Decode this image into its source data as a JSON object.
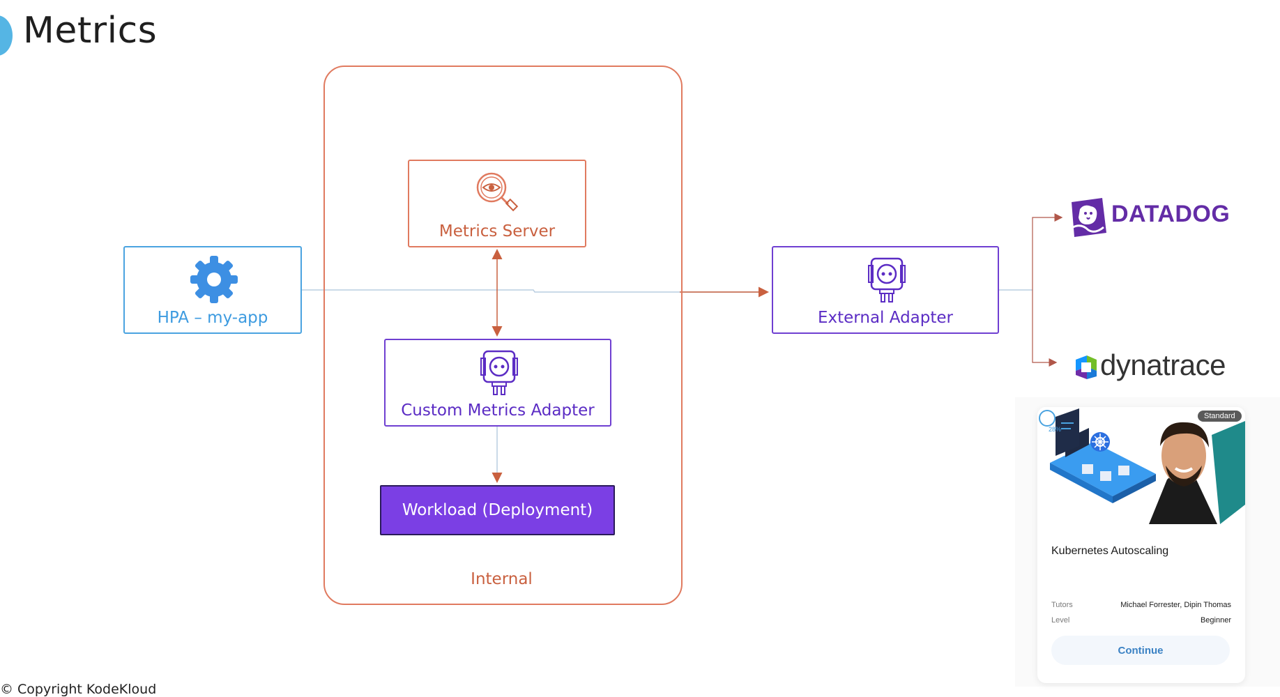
{
  "header": {
    "title": "Metrics"
  },
  "diagram": {
    "internal_label": "Internal",
    "metrics_server_label": "Metrics Server",
    "hpa_label": "HPA – my-app",
    "custom_adapter_label": "Custom Metrics Adapter",
    "workload_label": "Workload (Deployment)",
    "external_adapter_label": "External Adapter",
    "datadog_label": "DATADOG",
    "dynatrace_label": "dynatrace"
  },
  "footer": {
    "copyright": "© Copyright KodeKloud"
  },
  "course_card": {
    "badge": "Standard",
    "progress": "28%",
    "title": "Kubernetes Autoscaling",
    "tutors_label": "Tutors",
    "tutors_value": "Michael Forrester, Dipin Thomas",
    "level_label": "Level",
    "level_value": "Beginner",
    "continue_label": "Continue"
  },
  "colors": {
    "internal": "#e07a5f",
    "hpa": "#4aa3e0",
    "adapter": "#6f3fd1",
    "workload": "#7b3fe4",
    "datadog": "#632ca6"
  }
}
